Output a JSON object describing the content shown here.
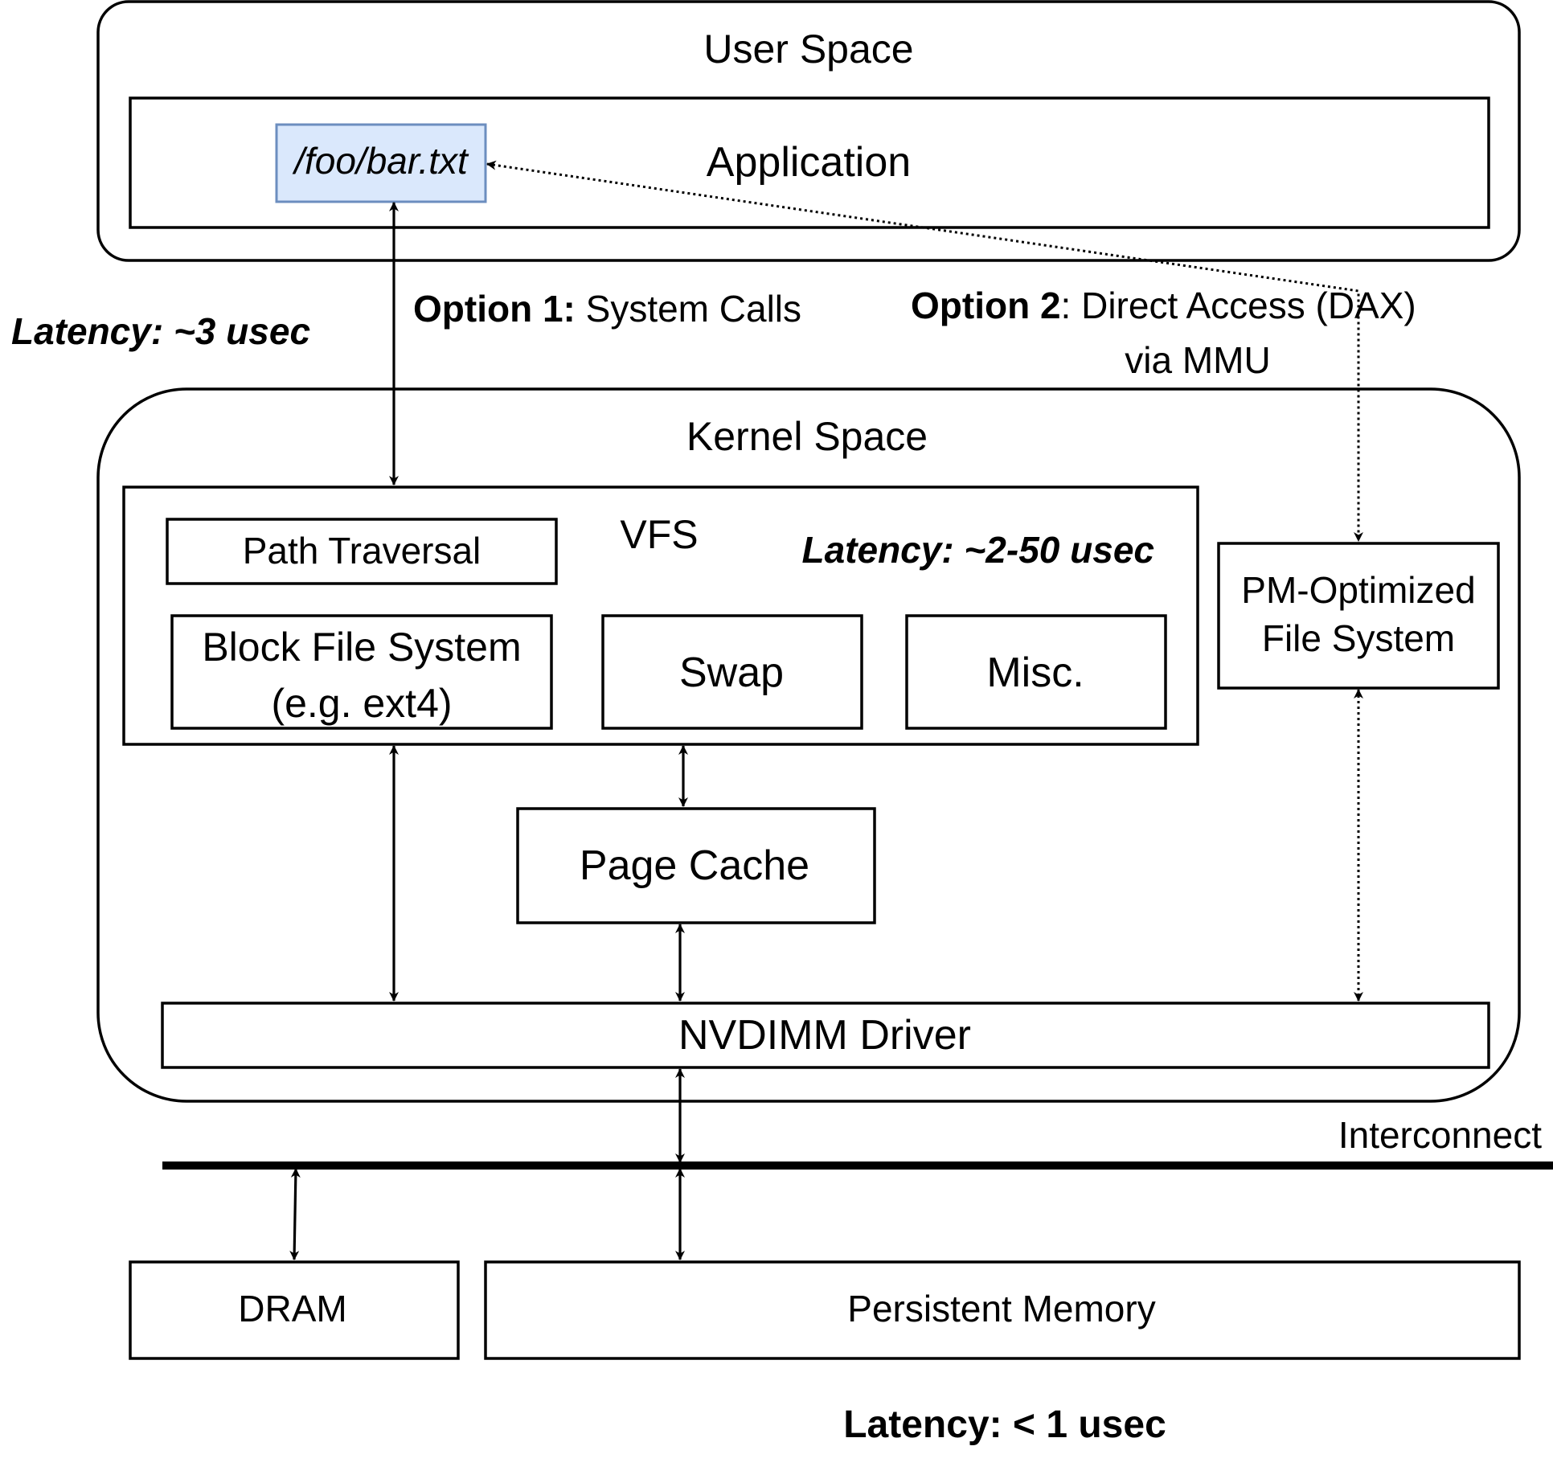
{
  "user_space": {
    "label": "User Space",
    "application_label": "Application",
    "file_path": "/foo/bar.txt"
  },
  "options": {
    "option1_prefix": "Option 1:",
    "option1_text": " System Calls",
    "option2_prefix": "Option 2",
    "option2_text": ": Direct Access (DAX)",
    "option2_line2": "via MMU"
  },
  "latencies": {
    "syscall": "Latency: ~3 usec",
    "kernel": "Latency: ~2-50 usec",
    "memory": "Latency: < 1 usec"
  },
  "kernel_space": {
    "label": "Kernel Space",
    "vfs_label": "VFS",
    "path_traversal": "Path Traversal",
    "block_fs_line1": "Block File System",
    "block_fs_line2": "(e.g. ext4)",
    "swap": "Swap",
    "misc": "Misc.",
    "page_cache": "Page Cache",
    "pm_fs_line1": "PM-Optimized",
    "pm_fs_line2": "File System",
    "nvdimm_driver": "NVDIMM Driver"
  },
  "hardware": {
    "interconnect": "Interconnect",
    "dram": "DRAM",
    "persistent_memory": "Persistent Memory"
  },
  "colors": {
    "line": "#000000",
    "file_fill": "#dae8fc",
    "file_stroke": "#6c8ebf",
    "background": "#ffffff"
  }
}
